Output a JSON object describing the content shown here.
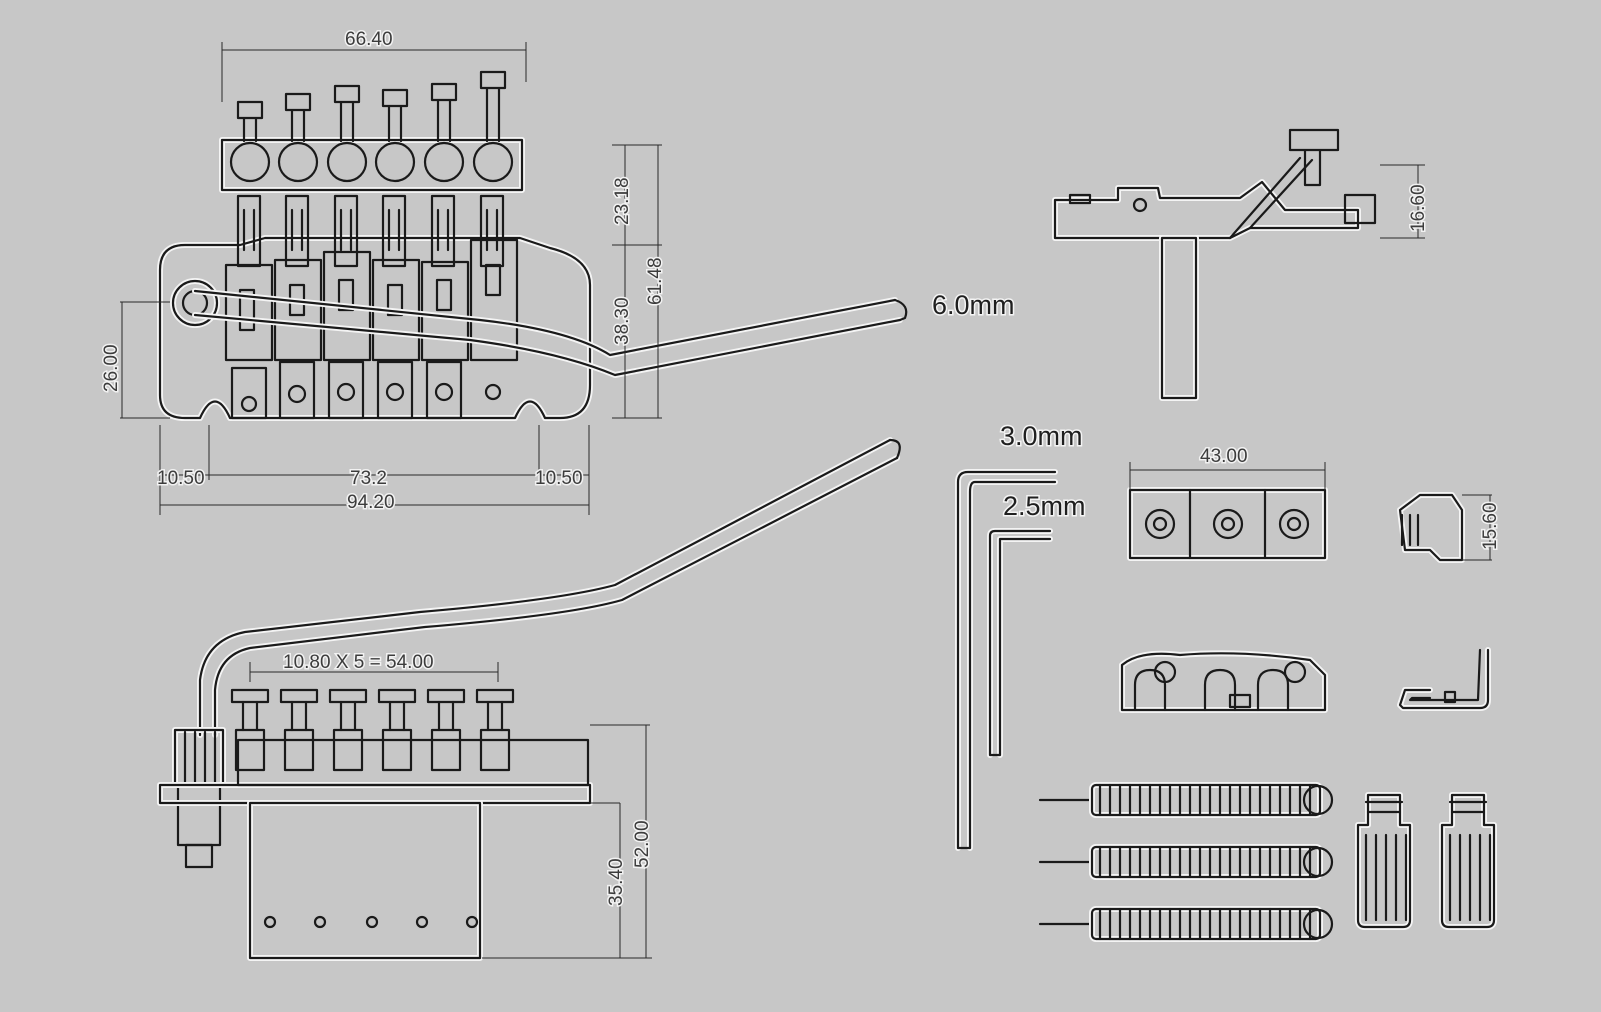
{
  "colors": {
    "background": "#c7c7c7",
    "line": "#1a1a1a",
    "halo": "#f4f4f4",
    "dimension_text": "#3c3c3c"
  },
  "top_view": {
    "dim_overall_saddle_width": "66.40",
    "dim_saddle_height": "23.18",
    "dim_body_height": "38.30",
    "dim_total_height": "61.48",
    "dim_pivot_height": "26.00",
    "dim_left_offset": "10.50",
    "dim_mid_span": "73.2",
    "dim_right_offset": "10.50",
    "dim_overall_width": "94.20"
  },
  "arm": {
    "diameter_label": "6.0mm"
  },
  "side_view": {
    "dim_saddle_spacing": "10.80 X 5 = 54.00",
    "dim_block_height": "35.40",
    "dim_total_height": "52.00"
  },
  "parts": {
    "clamp_height": "16.60",
    "wrench_large_label": "3.0mm",
    "wrench_small_label": "2.5mm",
    "lock_nut_width": "43.00",
    "small_block_height": "15.60"
  }
}
